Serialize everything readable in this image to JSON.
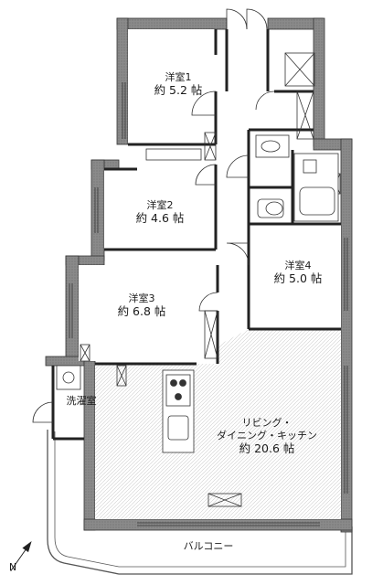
{
  "rooms": {
    "bed1": {
      "name": "洋室1",
      "size": "約 5.2 帖"
    },
    "bed2": {
      "name": "洋室2",
      "size": "約 4.6 帖"
    },
    "bed3": {
      "name": "洋室3",
      "size": "約 6.8 帖"
    },
    "bed4": {
      "name": "洋室4",
      "size": "約 5.0 帖"
    },
    "ldk": {
      "name_line1": "リビング・",
      "name_line2": "ダイニング・キッチン",
      "size": "約 20.6 帖"
    },
    "laundry": {
      "name": "洗濯室"
    },
    "balcony": {
      "name": "バルコニー"
    }
  },
  "north_indicator": "N"
}
